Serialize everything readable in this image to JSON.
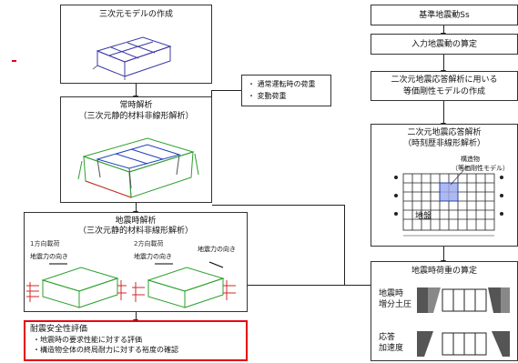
{
  "left": {
    "model": {
      "title": "三次元モデルの作成"
    },
    "loads": [
      "通常運転時の荷重",
      "変動荷重"
    ],
    "static": {
      "title": "常時解析",
      "sub": "（三次元静的材料非線形解析）"
    },
    "seismic": {
      "title": "地震時解析",
      "sub": "（三次元静的材料非線形解析）",
      "dir1": "1方向載荷",
      "dir2": "2方向載荷",
      "force1": "地震力の向き",
      "force2": "地震力の向き",
      "force3": "地震力の向き"
    },
    "eval": {
      "title": "耐震安全性評価",
      "items": [
        "地震時の要求性能に対する評価",
        "構造物全体の終局耐力に対する裕度の確認"
      ]
    }
  },
  "right": {
    "ss": "基準地震動Ss",
    "input": "入力地震動の算定",
    "model2d": [
      "二次元地震応答解析に用いる",
      "等価剛性モデルの作成"
    ],
    "response": {
      "title": "二次元地震応答解析",
      "sub": "（時刻歴非線形解析）",
      "structure": "構造物",
      "structure2": "（等価剛性モデル）",
      "ground": "地盤"
    },
    "loadcalc": {
      "title": "地震時荷重の算定",
      "label1a": "地震時",
      "label1b": "増分土圧",
      "label2a": "応答",
      "label2b": "加速度"
    }
  },
  "colors": {
    "highlight": "#e60012",
    "green": "#2ca02c",
    "blue": "#1f3fbf",
    "red": "#d62728"
  }
}
